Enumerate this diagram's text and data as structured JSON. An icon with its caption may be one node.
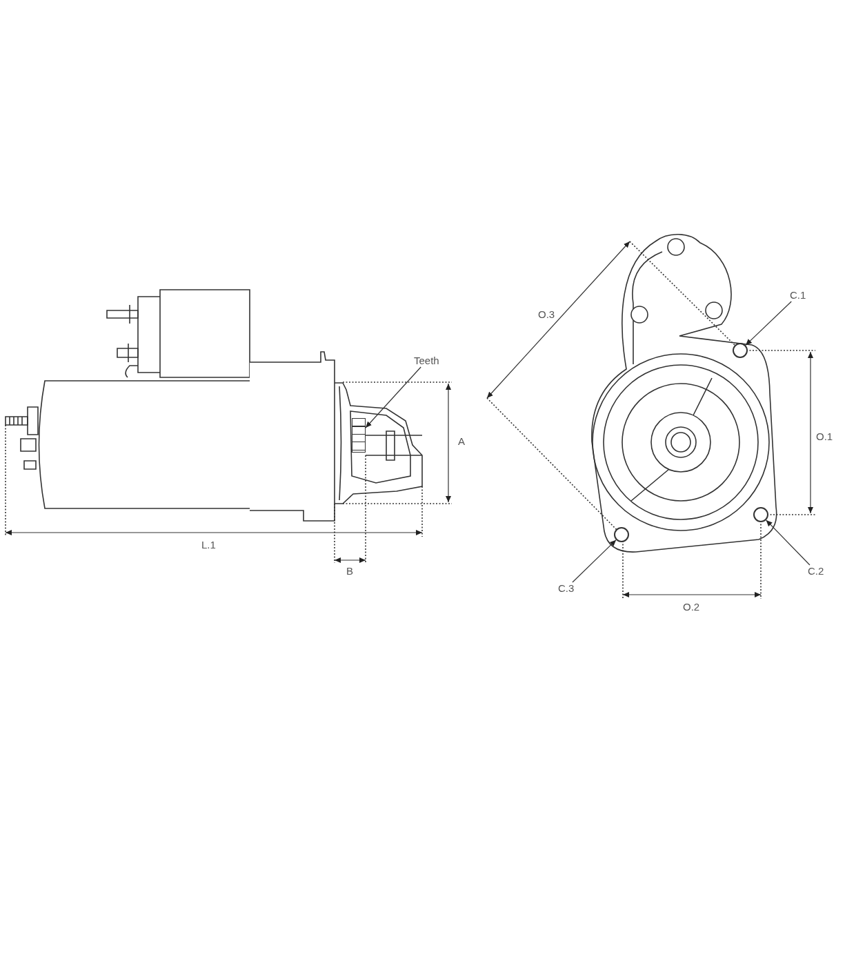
{
  "diagram": {
    "nodes": [
      {
        "text": [
          "Teeth"
        ]
      },
      {
        "text": [],
        "shape": "box"
      },
      {
        "text": [
          "C.1"
        ]
      },
      {
        "text": [],
        "shape": "circle"
      },
      {
        "text": [
          "C.2"
        ]
      },
      {
        "text": [],
        "shape": "circle"
      },
      {
        "text": [
          "C.3"
        ]
      },
      {
        "text": [],
        "shape": "circle"
      }
    ],
    "edges": [
      {
        "from": 0,
        "to": 1,
        "arrow": "to"
      },
      {
        "from": 2,
        "to": 3,
        "arrow": "to"
      },
      {
        "from": 4,
        "to": 5,
        "arrow": "to"
      },
      {
        "from": 6,
        "to": 7,
        "arrow": "to"
      }
    ],
    "labels": [
      "O.3",
      "O.1",
      "A",
      "L.1",
      "B",
      "O.2"
    ]
  }
}
